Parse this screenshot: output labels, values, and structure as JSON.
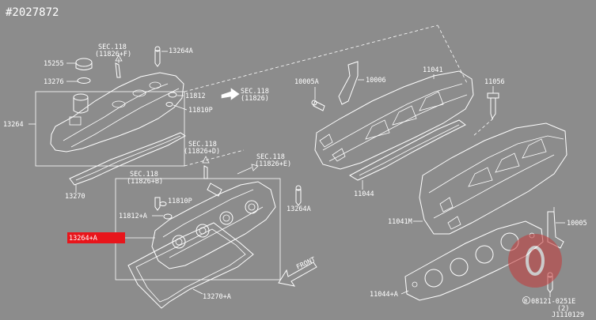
{
  "diagram_id": "#2027872",
  "drawing_code": "J1110129",
  "highlight_color": "#e8151b",
  "watermark_color": "#c53a3a",
  "labels": {
    "sec118_top": "SEC.118",
    "sec118_top_ref": "(11826+F)",
    "p13264a_top": "13264A",
    "p15255": "15255",
    "p13276": "13276",
    "p13264": "13264",
    "p11812": "11812",
    "p11810p_top": "11810P",
    "sec118_right": "SEC.118",
    "sec118_right_ref": "(11826)",
    "p13270": "13270",
    "sec118_mid": "SEC.118",
    "sec118_mid_ref": "(11826+D)",
    "sec118_mid_right": "SEC.118",
    "sec118_mid_right_ref": "(11826+E)",
    "sec118_left": "SEC.118",
    "sec118_left_ref": "(11826+B)",
    "p11810p_bottom": "11810P",
    "p11812a": "11812+A",
    "p13264a_selected": "13264+A",
    "p13264a_bottom": "13264A",
    "p13270a": "13270+A",
    "front": "FRONT",
    "p10005a": "10005A",
    "p10006": "10006",
    "p11041": "11041",
    "p11056": "11056",
    "p11044": "11044",
    "p11041m": "11041M",
    "p10005": "10005",
    "p11044a": "11044+A",
    "bolt_ref": "08121-0251E",
    "bolt_qty": "(2)",
    "bolt_prefix": "B"
  }
}
